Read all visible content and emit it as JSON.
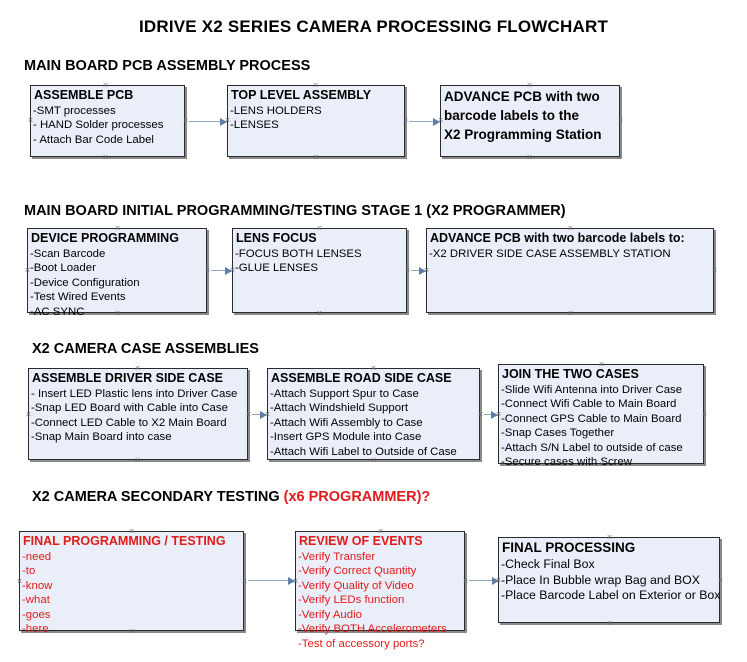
{
  "document": {
    "title": "IDRIVE X2  SERIES CAMERA PROCESSING FLOWCHART",
    "accent_color": "#e01b1b",
    "box_fill": "#e9eef8",
    "connector_color": "#8fa8c0"
  },
  "sections": [
    {
      "id": "main-board-pcb-assembly-process",
      "heading": "MAIN BOARD PCB ASSEMBLY PROCESS",
      "heading_accent": "",
      "boxes": [
        {
          "id": "assemble-pcb",
          "title": "ASSEMBLE PCB",
          "items": [
            "-SMT processes",
            "- HAND Solder processes",
            "- Attach Bar Code Label"
          ]
        },
        {
          "id": "top-level-assembly",
          "title": "TOP LEVEL ASSEMBLY",
          "items": [
            "-LENS HOLDERS",
            "-LENSES"
          ]
        },
        {
          "id": "advance-pcb-programming-station",
          "title": "ADVANCE PCB with two",
          "items": [
            "barcode labels to the",
            " X2 Programming Station"
          ]
        }
      ]
    },
    {
      "id": "main-board-initial-programming",
      "heading": "MAIN BOARD INITIAL PROGRAMMING/TESTING STAGE 1 (X2 PROGRAMMER)",
      "boxes": [
        {
          "id": "device-programming",
          "title": "DEVICE PROGRAMMING",
          "items": [
            "-Scan Barcode",
            "-Boot Loader",
            "-Device Configuration",
            "-Test Wired Events",
            "-AC SYNC"
          ]
        },
        {
          "id": "lens-focus",
          "title": "LENS FOCUS",
          "items": [
            "-FOCUS BOTH LENSES",
            "-GLUE LENSES"
          ]
        },
        {
          "id": "advance-pcb-driver-side",
          "title": "ADVANCE PCB with two barcode labels to:",
          "items": [
            "-X2 DRIVER  SIDE  CASE  ASSEMBLY STATION"
          ]
        }
      ]
    },
    {
      "id": "x2-camera-case-assemblies",
      "heading": "X2 CAMERA CASE ASSEMBLIES",
      "boxes": [
        {
          "id": "assemble-driver-side-case",
          "title": "ASSEMBLE DRIVER SIDE CASE",
          "items": [
            "- Insert LED Plastic lens into Driver Case",
            "-Snap LED Board with Cable into Case",
            "-Connect LED Cable to X2 Main Board",
            "-Snap Main Board into case"
          ]
        },
        {
          "id": "assemble-road-side-case",
          "title": "ASSEMBLE ROAD SIDE CASE",
          "items": [
            "-Attach Support Spur to Case",
            "-Attach Windshield Support",
            "-Attach Wifi Assembly to Case",
            "-Insert GPS Module into Case",
            "-Attach Wifi Label to Outside of Case"
          ]
        },
        {
          "id": "join-the-two-cases",
          "title": "JOIN THE TWO CASES",
          "items": [
            "-Slide Wifi Antenna into Driver Case",
            "-Connect Wifi Cable to Main Board",
            "-Connect GPS Cable to Main Board",
            "-Snap Cases Together",
            "-Attach S/N Label to outside of case",
            "-Secure cases with Screw"
          ]
        }
      ]
    },
    {
      "id": "x2-camera-secondary-testing",
      "heading": "X2 CAMERA SECONDARY TESTING ",
      "heading_accent": "(x6 PROGRAMMER)?",
      "boxes": [
        {
          "id": "final-programming-testing",
          "title": "FINAL PROGRAMMING / TESTING",
          "items": [
            "-need",
            "-to",
            "-know",
            "-what",
            "-goes",
            "-here"
          ]
        },
        {
          "id": "review-of-events",
          "title": "REVIEW OF EVENTS",
          "items": [
            "-Verify Transfer",
            "-Verify Correct Quantity",
            "-Verify Quality of Video",
            "-Verify LEDs function",
            "-Verify Audio",
            "-Verify BOTH Accelerometers",
            "-Test of accessory ports?"
          ]
        },
        {
          "id": "final-processing",
          "title": "FINAL PROCESSING",
          "items": [
            " -Check Final Box",
            "-Place In Bubble wrap Bag and BOX",
            "-Place Barcode Label on Exterior or Box"
          ]
        }
      ]
    }
  ]
}
